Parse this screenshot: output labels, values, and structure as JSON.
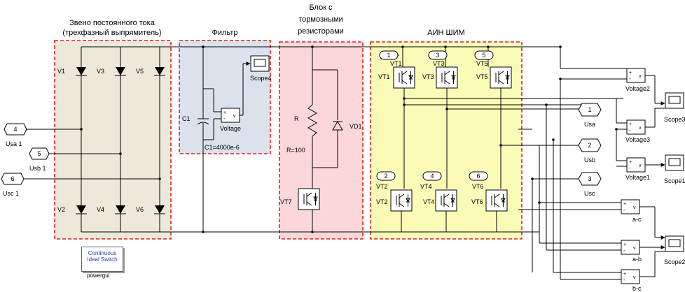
{
  "regions": {
    "rectifier": {
      "title1": "Звено постоянного тока",
      "title2": "(трехфазный выпрямитель)",
      "color": "#ece9da"
    },
    "filter": {
      "title": "Фильтр",
      "color": "#dbe2ec"
    },
    "brake": {
      "title1": "Блок с",
      "title2": "тормозными",
      "title3": "резисторами",
      "color": "#fcd7da"
    },
    "inverter": {
      "title": "АИН ШИМ",
      "color": "#fbfbb8"
    }
  },
  "rectifier": {
    "diodes": [
      "V1",
      "V3",
      "V5",
      "V2",
      "V4",
      "V6"
    ]
  },
  "inputs": [
    {
      "num": "4",
      "name": "Usa 1"
    },
    {
      "num": "5",
      "name": "Usb 1"
    },
    {
      "num": "6",
      "name": "Usc 1"
    }
  ],
  "filter": {
    "cap": "C1",
    "cap_value": "C1=4000e-6",
    "voltage": "Voltage",
    "scope": "Scope4",
    "plus": "+",
    "minus": "-",
    "v": "v"
  },
  "brake": {
    "resistor": "R",
    "resistor_value": "R=100",
    "diode": "VD1",
    "switch": "VT7"
  },
  "inverter": {
    "top": [
      {
        "in": "1",
        "gate": "VT1",
        "label": "VT1"
      },
      {
        "in": "3",
        "gate": "VT3",
        "label": "VT3"
      },
      {
        "in": "5",
        "gate": "VT5",
        "label": "VT5"
      }
    ],
    "bottom": [
      {
        "in": "2",
        "gate": "VT2",
        "label": "VT2"
      },
      {
        "in": "4",
        "gate": "VT4",
        "label": "VT4"
      },
      {
        "in": "6",
        "gate": "VT6",
        "label": "VT6"
      }
    ]
  },
  "outputs": [
    {
      "num": "1",
      "name": "Usa"
    },
    {
      "num": "2",
      "name": "Usb"
    },
    {
      "num": "3",
      "name": "Usc"
    }
  ],
  "measure": {
    "voltage2": "Voltage2",
    "voltage3": "Voltage3",
    "voltage1": "Voltage1",
    "ac": "a-c",
    "ab": "a-b",
    "bc": "b-c"
  },
  "scopes": {
    "scope3": "Scope3",
    "scope1": "Scope1",
    "scope2": "Scope2"
  },
  "powergui": {
    "line1": "Continuous",
    "line2": "Ideal  Switch",
    "label": "powergui"
  }
}
